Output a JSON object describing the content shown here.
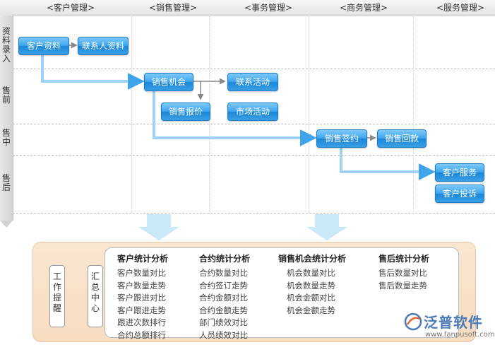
{
  "columns": [
    "<客户管理>",
    "<销售管理>",
    "<事务管理>",
    "<商务管理>",
    "<服务管理>"
  ],
  "lanes": [
    {
      "label": "资\n料\n录\n入"
    },
    {
      "label": "售\n前"
    },
    {
      "label": "售\n中"
    },
    {
      "label": "售\n后"
    }
  ],
  "nodes": {
    "customer_info": "客户资料",
    "contact_info": "联系人资料",
    "sales_opportunity": "销售机会",
    "contact_activity": "联系活动",
    "sales_quote": "销售报价",
    "market_activity": "市场活动",
    "sales_contract": "销售签约",
    "sales_payment": "销售回款",
    "customer_service": "客户服务",
    "customer_complaint": "客户投诉"
  },
  "side_boxes": {
    "work_reminder": "工\n作\n提\n醒",
    "summary_center": "汇\n总\n中\n心"
  },
  "analysis_groups": [
    {
      "title": "客户统计分析",
      "items": [
        "客户数量对比",
        "客户数量走势",
        "客户跟进对比",
        "客户跟进走势",
        "跟进次数排行",
        "合约总额排行"
      ]
    },
    {
      "title": "合约统计分析",
      "items": [
        "合约数量对比",
        "合约签订走势",
        "合约金额对比",
        "合约金额走势",
        "部门绩效对比",
        "人员绩效对比"
      ]
    },
    {
      "title": "销售机会统计分析",
      "items": [
        "机会数量对比",
        "机会数量走势",
        "机会金额对比",
        "机会金额走势"
      ]
    },
    {
      "title": "售后统计分析",
      "items": [
        "售后数量对比",
        "售后数量走势"
      ]
    }
  ],
  "watermark": {
    "brand": "泛普软件",
    "url": "www.fanpusoft.com"
  },
  "colors": {
    "node_blue": "#3ea5ec",
    "connector": "#8fc9f0",
    "panel_bg": "#f8e2ca"
  }
}
